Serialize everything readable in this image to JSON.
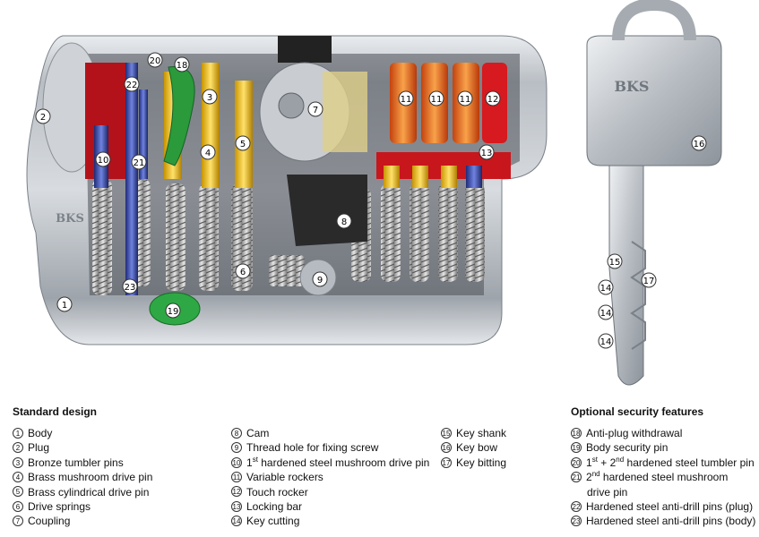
{
  "diagram": {
    "cylinder_brand": "BKS",
    "key_brand": "BKS",
    "callouts": [
      "1",
      "2",
      "3",
      "4",
      "5",
      "6",
      "7",
      "8",
      "9",
      "10",
      "11",
      "11",
      "11",
      "12",
      "13",
      "14",
      "14",
      "14",
      "15",
      "16",
      "17",
      "18",
      "19",
      "20",
      "21",
      "22",
      "23"
    ]
  },
  "legend": {
    "standard_title": "Standard design",
    "optional_title": "Optional security features",
    "col1": [
      {
        "num": "1",
        "text": "Body"
      },
      {
        "num": "2",
        "text": "Plug"
      },
      {
        "num": "3",
        "text": "Bronze tumbler pins"
      },
      {
        "num": "4",
        "text": "Brass mushroom drive pin"
      },
      {
        "num": "5",
        "text": "Brass cylindrical drive pin"
      },
      {
        "num": "6",
        "text": "Drive springs"
      },
      {
        "num": "7",
        "text": "Coupling"
      }
    ],
    "col2": [
      {
        "num": "8",
        "text": "Cam"
      },
      {
        "num": "9",
        "text": "Thread hole for fixing screw"
      },
      {
        "num": "10",
        "pre": "1",
        "sup": "st",
        "text": " hardened steel mushroom drive pin"
      },
      {
        "num": "11",
        "text": "Variable rockers"
      },
      {
        "num": "12",
        "text": "Touch rocker"
      },
      {
        "num": "13",
        "text": "Locking bar"
      },
      {
        "num": "14",
        "text": "Key cutting"
      }
    ],
    "col3": [
      {
        "num": "15",
        "text": "Key shank"
      },
      {
        "num": "16",
        "text": "Key bow"
      },
      {
        "num": "17",
        "text": "Key bitting"
      }
    ],
    "col4": [
      {
        "num": "18",
        "text": "Anti-plug withdrawal"
      },
      {
        "num": "19",
        "text": "Body security pin"
      },
      {
        "num": "20",
        "pre": "1",
        "sup": "st",
        "mid": " + 2",
        "sup2": "nd",
        "text": " hardened steel tumbler pin"
      },
      {
        "num": "21",
        "pre": "2",
        "sup": "nd",
        "text": " hardened steel mushroom",
        "cont": "drive pin"
      },
      {
        "num": "22",
        "text": "Hardened steel anti-drill pins (plug)"
      },
      {
        "num": "23",
        "text": "Hardened steel anti-drill pins (body)"
      }
    ]
  }
}
